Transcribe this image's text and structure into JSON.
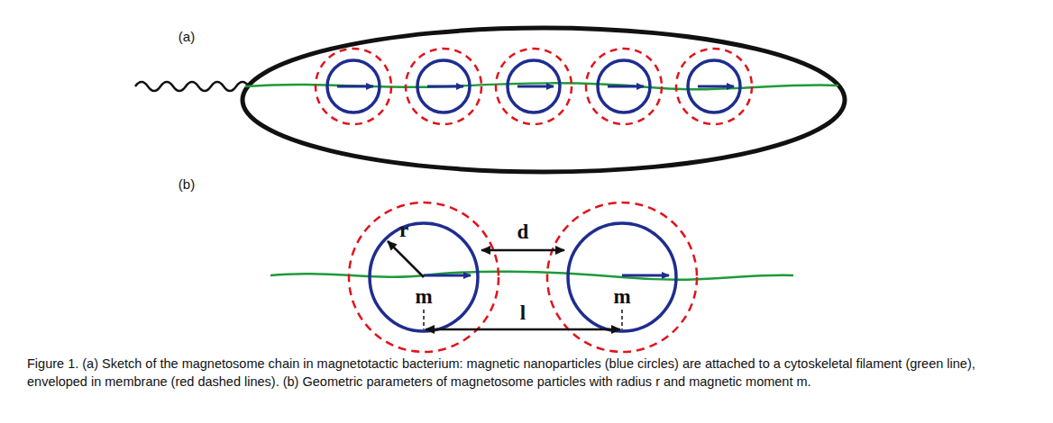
{
  "diagram": {
    "caption": "Figure 1. (a) Sketch of the magnetosome chain in magnetotactic bacterium: magnetic nanoparticles (blue circles) are attached to a cytoskeletal filament (green line), enveloped in membrane (red dashed lines). (b) Geometric parameters of magnetosome particles with radius r and magnetic moment m.",
    "labels": [
      "(a)",
      "(b)",
      "r",
      "d",
      "m",
      "m",
      "l"
    ]
  }
}
